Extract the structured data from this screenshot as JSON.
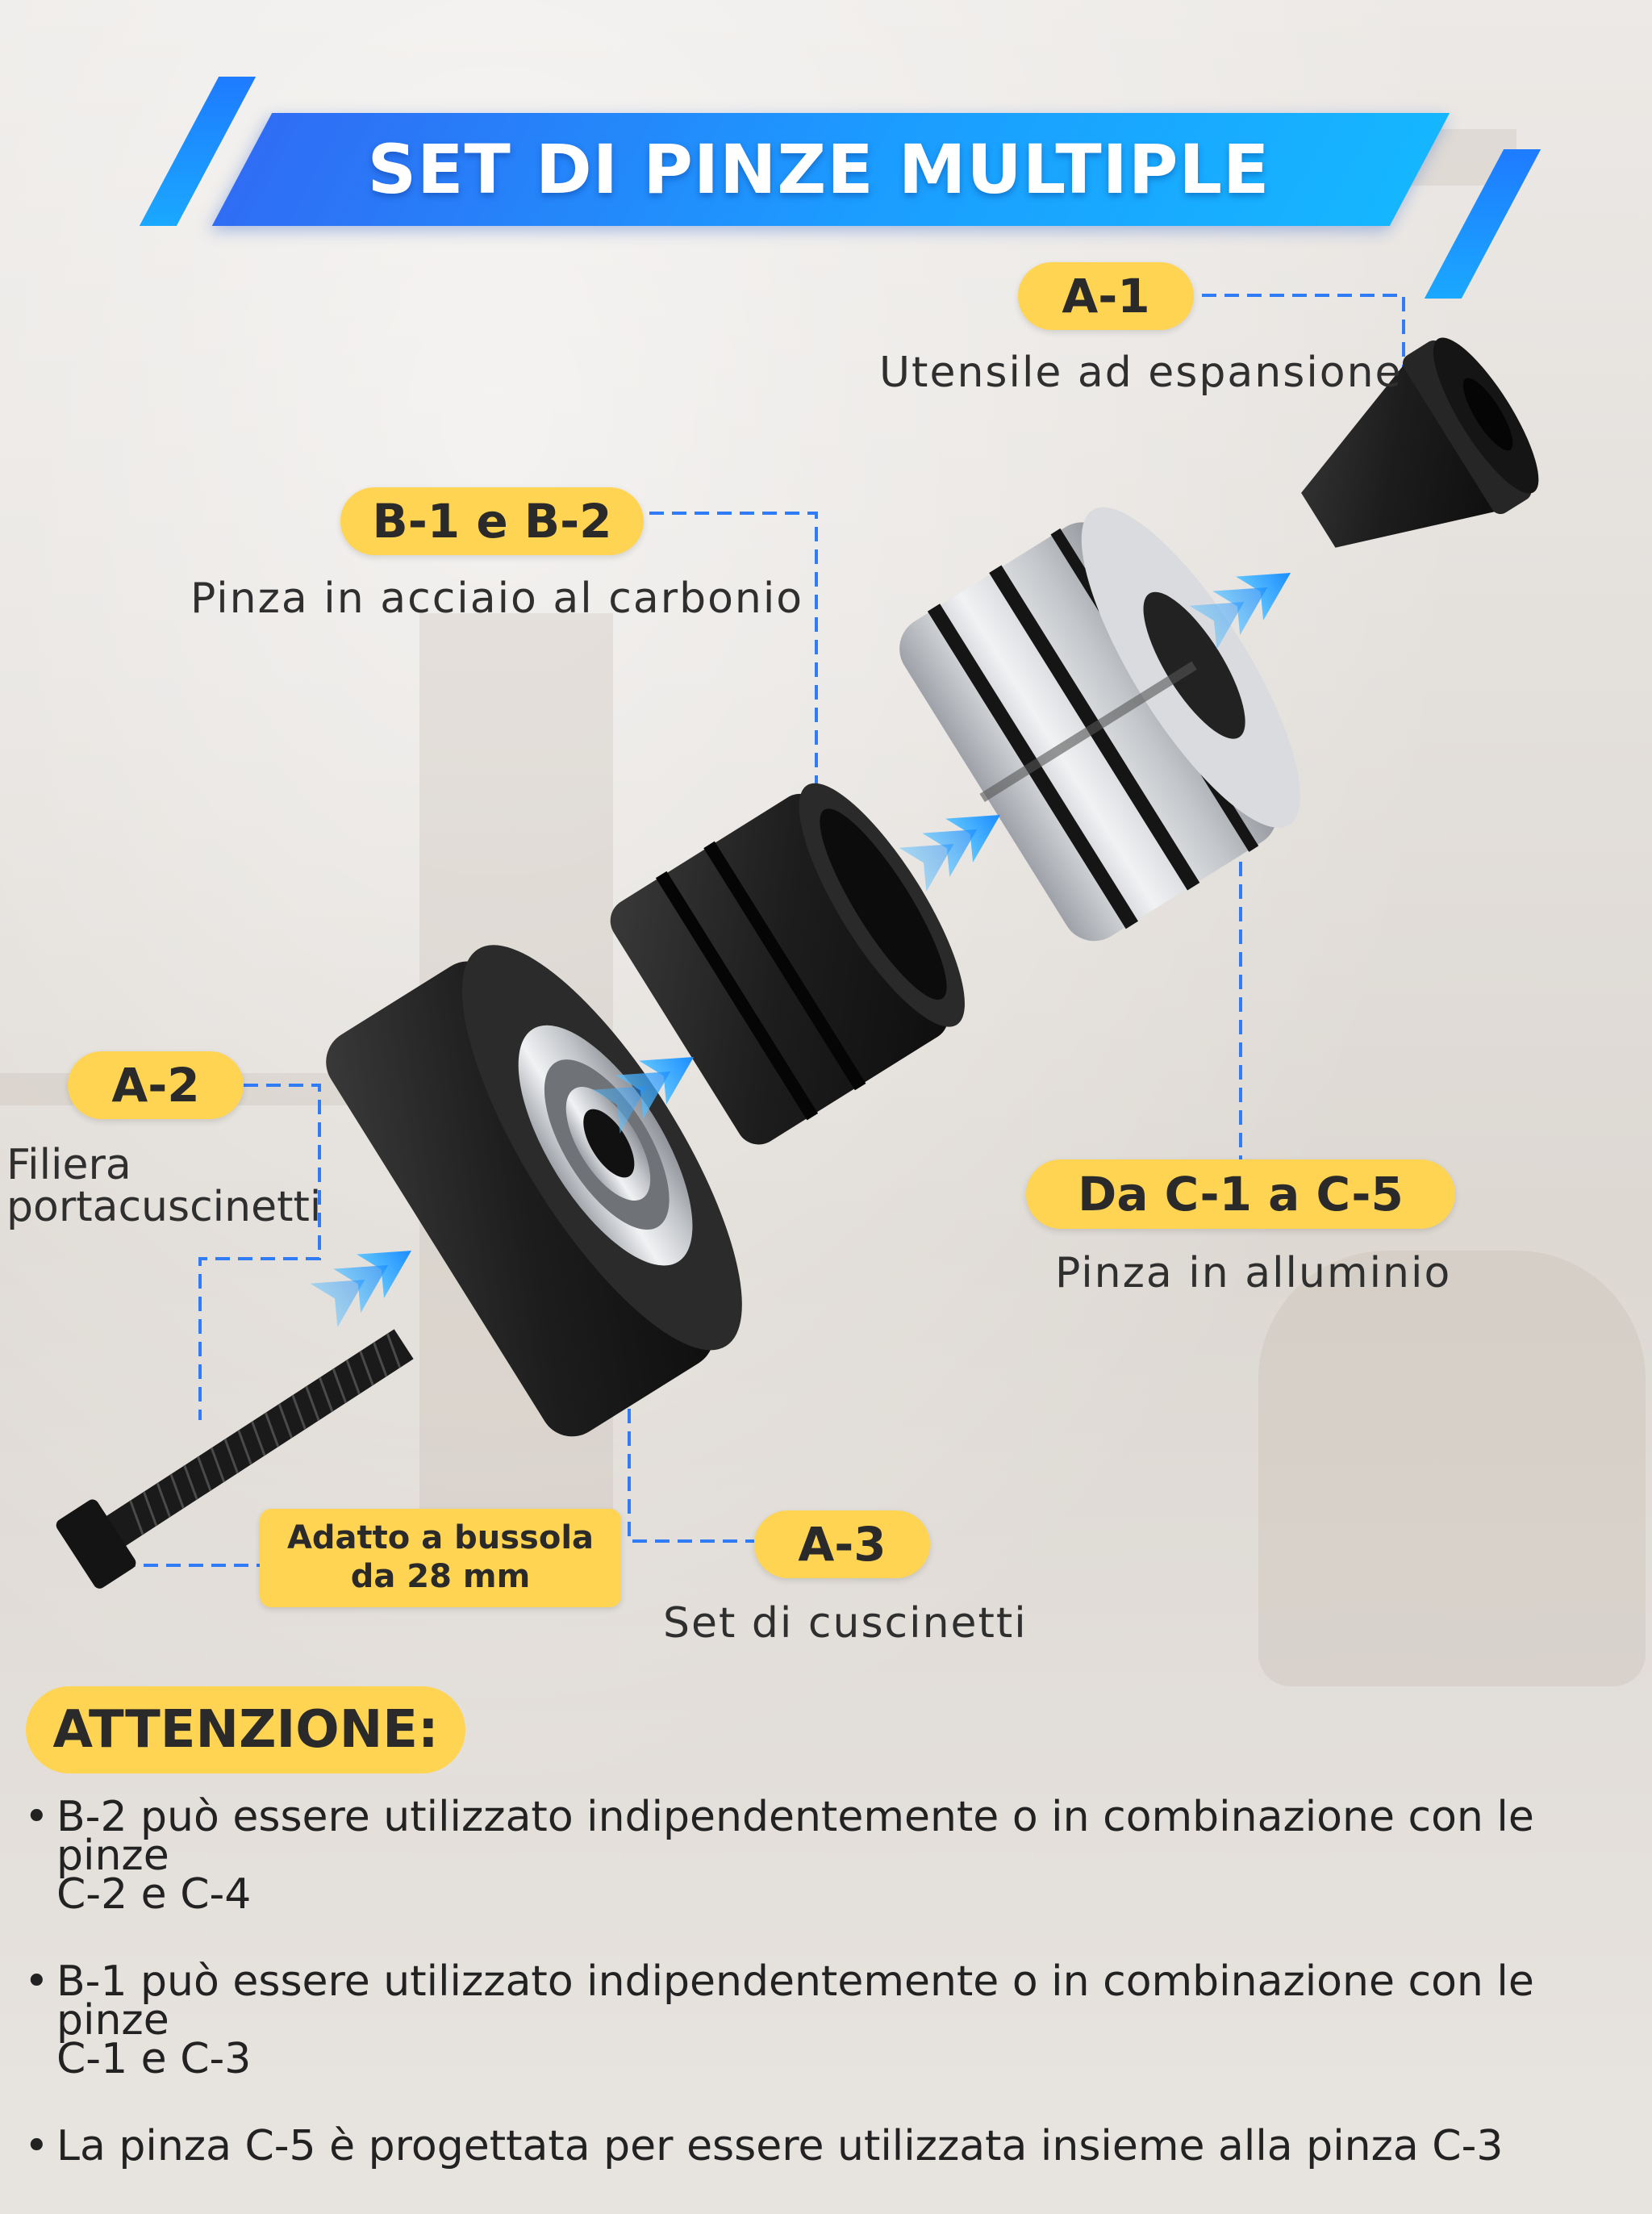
{
  "title": "SET DI PINZE MULTIPLE",
  "labels": {
    "a1": {
      "code": "A-1",
      "desc": "Utensile ad espansione"
    },
    "b": {
      "code": "B-1 e B-2",
      "desc": "Pinza in acciaio al carbonio"
    },
    "c": {
      "code": "Da C-1 a C-5",
      "desc": "Pinza in alluminio"
    },
    "a2": {
      "code": "A-2",
      "desc_line1": "Filiera",
      "desc_line2": "portacuscinetti"
    },
    "a3": {
      "code": "A-3",
      "desc": "Set di cuscinetti"
    },
    "socket": {
      "line1": "Adatto a bussola",
      "line2": "da 28 mm"
    }
  },
  "attention": {
    "heading": "ATTENZIONE:",
    "notes": [
      {
        "line1": "B-2 può essere utilizzato indipendentemente o in combinazione con le pinze",
        "line2": "C-2 e C-4"
      },
      {
        "line1": "B-1 può essere utilizzato indipendentemente o in combinazione con le pinze",
        "line2": "C-1 e C-3"
      },
      {
        "line1": "La pinza C-5 è progettata per essere utilizzata insieme alla pinza C-3",
        "line2": ""
      }
    ]
  },
  "colors": {
    "accent_yellow": "#ffd452",
    "banner_blue": "#1b9dff",
    "leader_blue": "#2f7cf6",
    "part_black": "#1c1c1c",
    "part_silver": "#c9ccd0"
  }
}
